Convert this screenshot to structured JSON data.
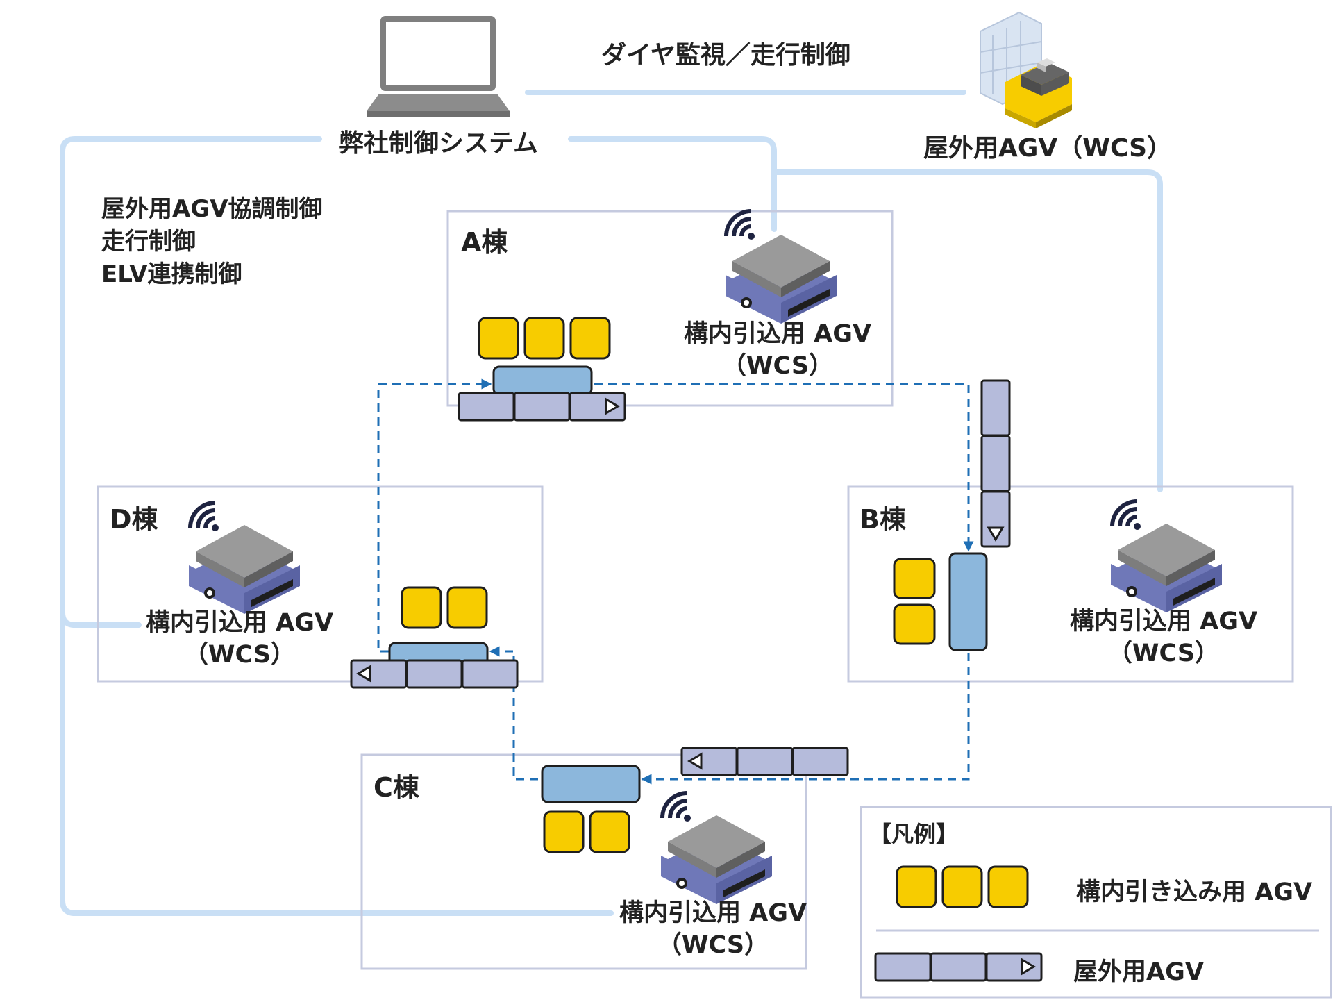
{
  "header": {
    "system_label": "弊社制御システム",
    "link_label": "ダイヤ監視／走行制御",
    "outdoor_agv_label": "屋外用AGV（WCS）"
  },
  "functions": [
    "屋外用AGV協調制御",
    "走行制御",
    "ELV連携制御"
  ],
  "buildings": {
    "a": {
      "label": "A棟",
      "agv_label_line1": "構内引込用 AGV",
      "agv_label_line2": "（WCS）"
    },
    "b": {
      "label": "B棟",
      "agv_label_line1": "構内引込用 AGV",
      "agv_label_line2": "（WCS）"
    },
    "c": {
      "label": "C棟",
      "agv_label_line1": "構内引込用 AGV",
      "agv_label_line2": "（WCS）"
    },
    "d": {
      "label": "D棟",
      "agv_label_line1": "構内引込用 AGV",
      "agv_label_line2": "（WCS）"
    }
  },
  "legend": {
    "title": "【凡例】",
    "items": [
      {
        "label": "構内引き込み用 AGV",
        "icon": "yellow-cart-icon"
      },
      {
        "label": "屋外用AGV",
        "icon": "outdoor-train-icon"
      }
    ]
  },
  "colors": {
    "network_line": "#c9dff5",
    "building_border": "#c5cadf",
    "flow_arrow": "#1f6fb5",
    "cart_yellow": "#f7cc00",
    "platform_blue": "#8cb7dc",
    "train_lavender": "#b5bbdb",
    "agv_gray": "#8e8e8e",
    "agv_blue": "#6f78b8"
  }
}
